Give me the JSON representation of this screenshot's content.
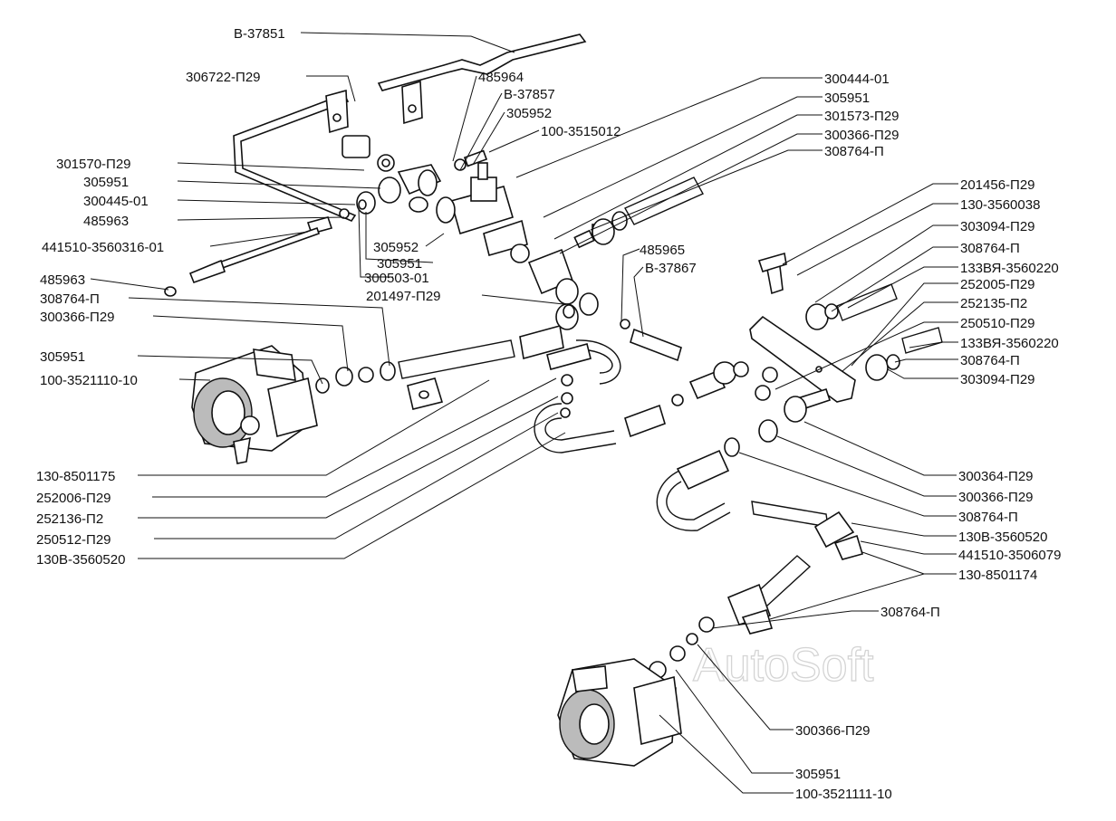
{
  "labels": {
    "l01": "В-37851",
    "l02": "306722-П29",
    "l03": "485964",
    "l04": "В-37857",
    "l05": "305952",
    "l06": "100-3515012",
    "l07": "301570-П29",
    "l08": "305951",
    "l09": "300445-01",
    "l10": "485963",
    "l11": "441510-3560316-01",
    "l12": "485963",
    "l13": "308764-П",
    "l14": "300366-П29",
    "l15": "305951",
    "l16": "100-3521110-10",
    "l17": "305952",
    "l18": "305951",
    "l19": "300503-01",
    "l20": "201497-П29",
    "l21": "485965",
    "l22": "В-37867",
    "l23": "300444-01",
    "l24": "305951",
    "l25": "301573-П29",
    "l26": "300366-П29",
    "l27": "308764-П",
    "l28": "201456-П29",
    "l29": "130-3560038",
    "l30": "303094-П29",
    "l31": "308764-П",
    "l32": "133ВЯ-3560220",
    "l33": "252005-П29",
    "l34": "252135-П2",
    "l35": "250510-П29",
    "l36": "133ВЯ-3560220",
    "l37": "308764-П",
    "l38": "303094-П29",
    "l39": "130-8501175",
    "l40": "252006-П29",
    "l41": "252136-П2",
    "l42": "250512-П29",
    "l43": "130В-3560520",
    "l44": "300364-П29",
    "l45": "300366-П29",
    "l46": "308764-П",
    "l47": "130В-3560520",
    "l48": "441510-3506079",
    "l49": "130-8501174",
    "l50": "308764-П",
    "l51": "300366-П29",
    "l52": "305951",
    "l53": "100-3521111-10"
  },
  "watermark": "AutoSoft"
}
